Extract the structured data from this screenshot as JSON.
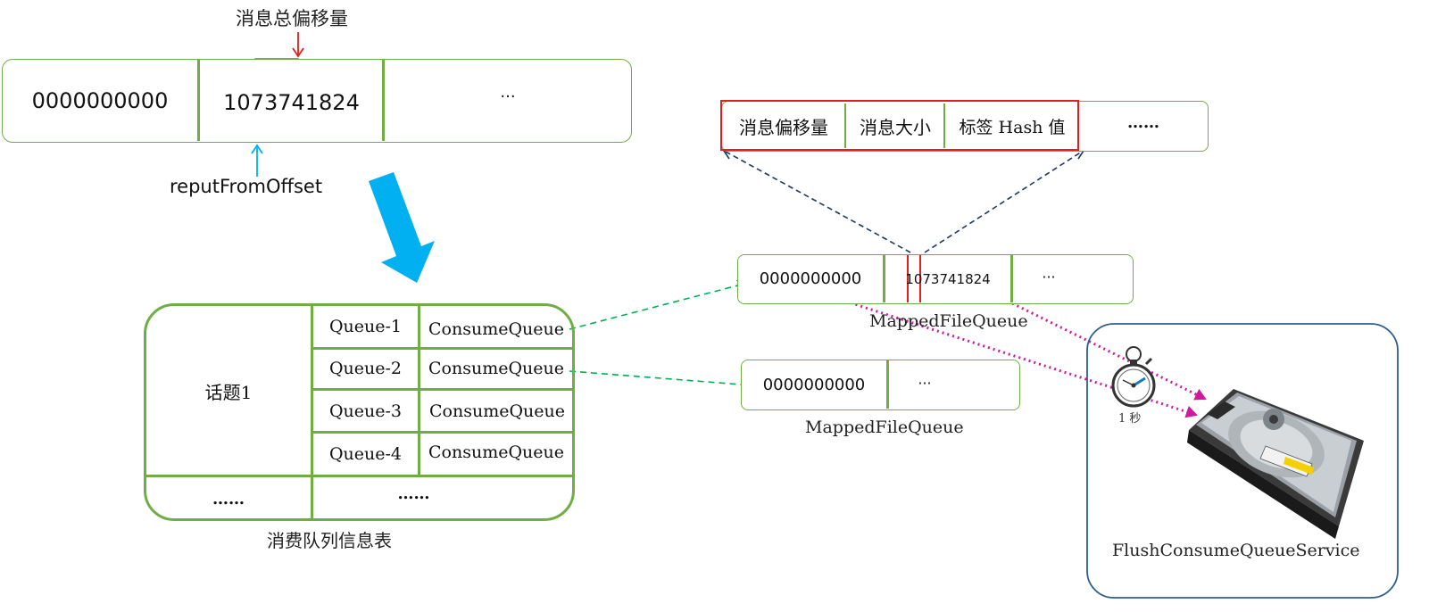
{
  "commitlog": {
    "cells": [
      "0000000000",
      "1073741824",
      "···"
    ],
    "top_label": "消息总偏移量",
    "bottom_label": "reputFromOffset"
  },
  "entry_format": {
    "fields": [
      "消息偏移量",
      "消息大小",
      "标签 Hash 值",
      "……"
    ]
  },
  "mapped_queue_1": {
    "cells": [
      "0000000000",
      "1073741824",
      "···"
    ],
    "label": "MappedFileQueue"
  },
  "mapped_queue_2": {
    "cells": [
      "0000000000",
      "···"
    ],
    "label": "MappedFileQueue"
  },
  "consume_table": {
    "topic": "话题1",
    "rows": [
      {
        "queue": "Queue-1",
        "cq": "ConsumeQueue"
      },
      {
        "queue": "Queue-2",
        "cq": "ConsumeQueue"
      },
      {
        "queue": "Queue-3",
        "cq": "ConsumeQueue"
      },
      {
        "queue": "Queue-4",
        "cq": "ConsumeQueue"
      }
    ],
    "footer_left": "……",
    "footer_right": "……",
    "caption": "消费队列信息表"
  },
  "flush_service": {
    "timer_label": "1 秒",
    "label": "FlushConsumeQueueService"
  },
  "colors": {
    "green": "#70ad47",
    "red": "#e0201e",
    "blue_arrow": "#00b0f0",
    "hatch_blue": "#4472c4",
    "navy_dash": "#1f3864",
    "green_dash": "#00b050",
    "magenta_dot": "#d0199c",
    "service_border": "#2e5e8e"
  }
}
